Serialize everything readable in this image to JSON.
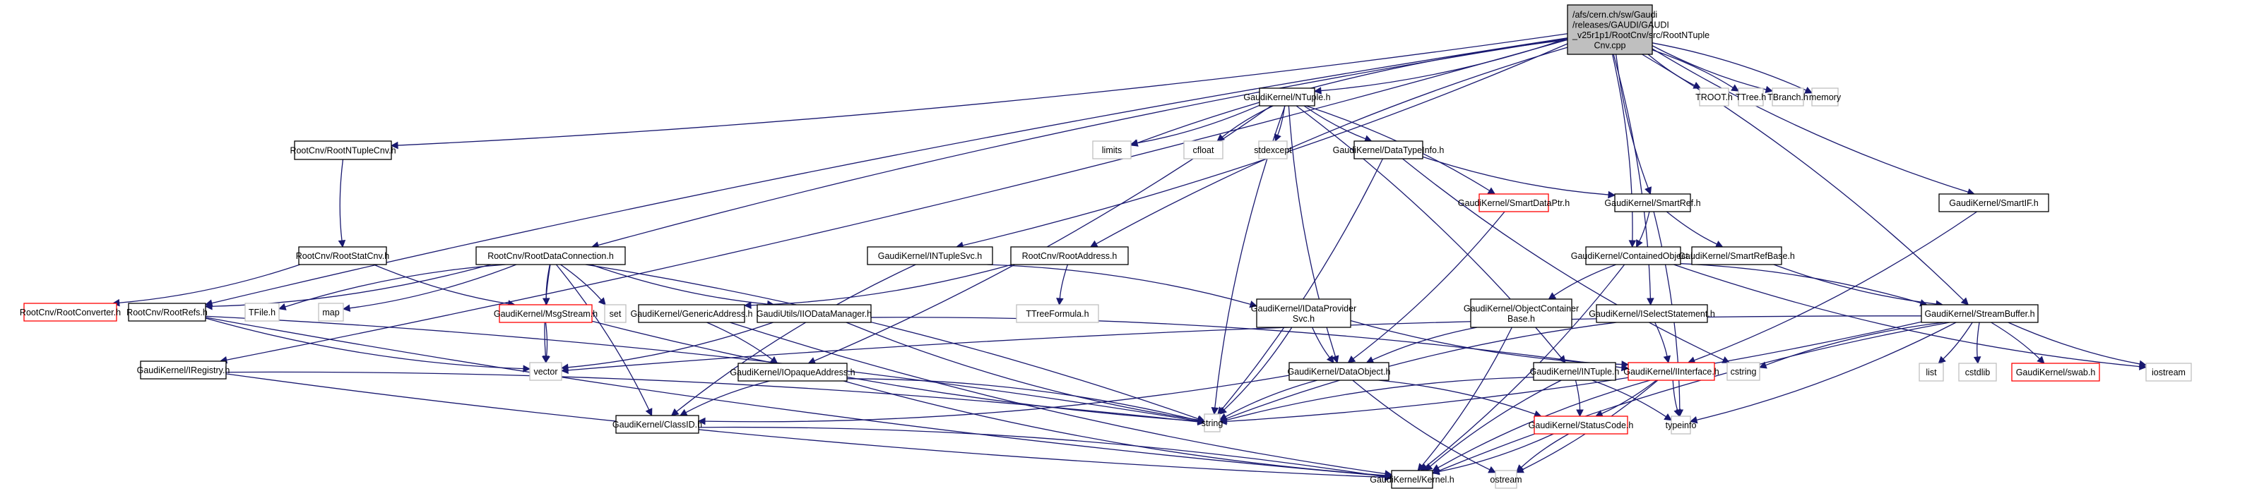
{
  "diagram": {
    "type": "include-dependency-graph",
    "colors": {
      "edge": "#191970",
      "root_fill": "#bfbfbf",
      "documented_border": "#000000",
      "truncated_border": "#ff0000",
      "external_border": "#bfbfbf"
    },
    "nodes": [
      {
        "id": "root",
        "label": [
          "/afs/cern.ch/sw/Gaudi",
          "/releases/GAUDI/GAUDI",
          "_v25r1p1/RootCnv/src/RootNTuple",
          "Cnv.cpp"
        ],
        "kind": "root"
      },
      {
        "id": "RootNTupleCnv",
        "label": [
          "RootCnv/RootNTupleCnv.h"
        ],
        "kind": "documented"
      },
      {
        "id": "RootStatCnv",
        "label": [
          "RootCnv/RootStatCnv.h"
        ],
        "kind": "documented"
      },
      {
        "id": "RootConverter",
        "label": [
          "RootCnv/RootConverter.h"
        ],
        "kind": "truncated"
      },
      {
        "id": "RootRefs",
        "label": [
          "RootCnv/RootRefs.h"
        ],
        "kind": "documented"
      },
      {
        "id": "IRegistry",
        "label": [
          "GaudiKernel/IRegistry.h"
        ],
        "kind": "documented"
      },
      {
        "id": "RootDataConnection",
        "label": [
          "RootCnv/RootDataConnection.h"
        ],
        "kind": "documented"
      },
      {
        "id": "TFile",
        "label": [
          "TFile.h"
        ],
        "kind": "external"
      },
      {
        "id": "map",
        "label": [
          "map"
        ],
        "kind": "external"
      },
      {
        "id": "MsgStream",
        "label": [
          "GaudiKernel/MsgStream.h"
        ],
        "kind": "truncated"
      },
      {
        "id": "set",
        "label": [
          "set"
        ],
        "kind": "external"
      },
      {
        "id": "vector",
        "label": [
          "vector"
        ],
        "kind": "external"
      },
      {
        "id": "ClassID",
        "label": [
          "GaudiKernel/ClassID.h"
        ],
        "kind": "documented"
      },
      {
        "id": "INTupleSvc",
        "label": [
          "GaudiKernel/INTupleSvc.h"
        ],
        "kind": "documented"
      },
      {
        "id": "GenericAddress",
        "label": [
          "GaudiKernel/GenericAddress.h"
        ],
        "kind": "documented"
      },
      {
        "id": "IIODataManager",
        "label": [
          "GaudiUtils/IIODataManager.h"
        ],
        "kind": "documented"
      },
      {
        "id": "IOpaqueAddress",
        "label": [
          "GaudiKernel/IOpaqueAddress.h"
        ],
        "kind": "documented"
      },
      {
        "id": "RootAddress",
        "label": [
          "RootCnv/RootAddress.h"
        ],
        "kind": "documented"
      },
      {
        "id": "TTreeFormula",
        "label": [
          "TTreeFormula.h"
        ],
        "kind": "external"
      },
      {
        "id": "NTuple",
        "label": [
          "GaudiKernel/NTuple.h"
        ],
        "kind": "documented"
      },
      {
        "id": "limits",
        "label": [
          "limits"
        ],
        "kind": "external"
      },
      {
        "id": "cfloat",
        "label": [
          "cfloat"
        ],
        "kind": "external"
      },
      {
        "id": "stdexcept",
        "label": [
          "stdexcept"
        ],
        "kind": "external"
      },
      {
        "id": "DataTypeInfo",
        "label": [
          "GaudiKernel/DataTypeInfo.h"
        ],
        "kind": "documented"
      },
      {
        "id": "SmartDataPtr",
        "label": [
          "GaudiKernel/SmartDataPtr.h"
        ],
        "kind": "truncated"
      },
      {
        "id": "IDataProviderSvc",
        "label": [
          "GaudiKernel/IDataProvider",
          "Svc.h"
        ],
        "kind": "documented"
      },
      {
        "id": "DataObject",
        "label": [
          "GaudiKernel/DataObject.h"
        ],
        "kind": "documented"
      },
      {
        "id": "string",
        "label": [
          "string"
        ],
        "kind": "external"
      },
      {
        "id": "ObjectContainerBase",
        "label": [
          "GaudiKernel/ObjectContainer",
          "Base.h"
        ],
        "kind": "documented"
      },
      {
        "id": "SmartRef",
        "label": [
          "GaudiKernel/SmartRef.h"
        ],
        "kind": "documented"
      },
      {
        "id": "ContainedObject",
        "label": [
          "GaudiKernel/ContainedObject.h"
        ],
        "kind": "documented"
      },
      {
        "id": "SmartRefBase",
        "label": [
          "GaudiKernel/SmartRefBase.h"
        ],
        "kind": "documented"
      },
      {
        "id": "ISelectStatement",
        "label": [
          "GaudiKernel/ISelectStatement.h"
        ],
        "kind": "documented"
      },
      {
        "id": "INTuple",
        "label": [
          "GaudiKernel/INTuple.h"
        ],
        "kind": "documented"
      },
      {
        "id": "IInterface",
        "label": [
          "GaudiKernel/IInterface.h"
        ],
        "kind": "truncated"
      },
      {
        "id": "StatusCode",
        "label": [
          "GaudiKernel/StatusCode.h"
        ],
        "kind": "truncated"
      },
      {
        "id": "Kernel",
        "label": [
          "GaudiKernel/Kernel.h"
        ],
        "kind": "documented"
      },
      {
        "id": "ostream",
        "label": [
          "ostream"
        ],
        "kind": "external"
      },
      {
        "id": "cstring",
        "label": [
          "cstring"
        ],
        "kind": "external"
      },
      {
        "id": "typeinfo",
        "label": [
          "typeinfo"
        ],
        "kind": "external"
      },
      {
        "id": "SmartIF",
        "label": [
          "GaudiKernel/SmartIF.h"
        ],
        "kind": "documented"
      },
      {
        "id": "StreamBuffer",
        "label": [
          "GaudiKernel/StreamBuffer.h"
        ],
        "kind": "documented"
      },
      {
        "id": "list",
        "label": [
          "list"
        ],
        "kind": "external"
      },
      {
        "id": "cstdlib",
        "label": [
          "cstdlib"
        ],
        "kind": "external"
      },
      {
        "id": "swab",
        "label": [
          "GaudiKernel/swab.h"
        ],
        "kind": "truncated"
      },
      {
        "id": "iostream",
        "label": [
          "iostream"
        ],
        "kind": "external"
      },
      {
        "id": "TROOT",
        "label": [
          "TROOT.h"
        ],
        "kind": "external"
      },
      {
        "id": "TTree",
        "label": [
          "TTree.h"
        ],
        "kind": "external"
      },
      {
        "id": "TBranch",
        "label": [
          "TBranch.h"
        ],
        "kind": "external"
      },
      {
        "id": "memory",
        "label": [
          "memory"
        ],
        "kind": "external"
      }
    ],
    "edges": [
      [
        "root",
        "RootNTupleCnv"
      ],
      [
        "root",
        "RootRefs"
      ],
      [
        "root",
        "IRegistry"
      ],
      [
        "root",
        "RootDataConnection"
      ],
      [
        "root",
        "INTupleSvc"
      ],
      [
        "root",
        "RootAddress"
      ],
      [
        "root",
        "NTuple"
      ],
      [
        "root",
        "limits"
      ],
      [
        "root",
        "ISelectStatement"
      ],
      [
        "root",
        "SmartRef"
      ],
      [
        "root",
        "ContainedObject"
      ],
      [
        "root",
        "SmartIF"
      ],
      [
        "root",
        "StreamBuffer"
      ],
      [
        "root",
        "TROOT"
      ],
      [
        "root",
        "TTree"
      ],
      [
        "root",
        "TBranch"
      ],
      [
        "root",
        "memory"
      ],
      [
        "RootNTupleCnv",
        "RootStatCnv"
      ],
      [
        "RootStatCnv",
        "RootConverter"
      ],
      [
        "RootStatCnv",
        "MsgStream"
      ],
      [
        "RootDataConnection",
        "RootRefs"
      ],
      [
        "RootDataConnection",
        "TFile"
      ],
      [
        "RootDataConnection",
        "map"
      ],
      [
        "RootDataConnection",
        "MsgStream"
      ],
      [
        "RootDataConnection",
        "set"
      ],
      [
        "RootDataConnection",
        "vector"
      ],
      [
        "RootDataConnection",
        "ClassID"
      ],
      [
        "RootDataConnection",
        "IIODataManager"
      ],
      [
        "RootDataConnection",
        "string"
      ],
      [
        "RootRefs",
        "vector"
      ],
      [
        "RootRefs",
        "string"
      ],
      [
        "RootRefs",
        "Kernel"
      ],
      [
        "IRegistry",
        "string"
      ],
      [
        "IRegistry",
        "Kernel"
      ],
      [
        "MsgStream",
        "vector"
      ],
      [
        "MsgStream",
        "string"
      ],
      [
        "INTupleSvc",
        "IDataProviderSvc"
      ],
      [
        "INTupleSvc",
        "ClassID"
      ],
      [
        "RootAddress",
        "GenericAddress"
      ],
      [
        "RootAddress",
        "TTreeFormula"
      ],
      [
        "GenericAddress",
        "IOpaqueAddress"
      ],
      [
        "GenericAddress",
        "Kernel"
      ],
      [
        "IIODataManager",
        "vector"
      ],
      [
        "IIODataManager",
        "string"
      ],
      [
        "IIODataManager",
        "IInterface"
      ],
      [
        "IOpaqueAddress",
        "ClassID"
      ],
      [
        "IOpaqueAddress",
        "string"
      ],
      [
        "IOpaqueAddress",
        "Kernel"
      ],
      [
        "NTuple",
        "limits"
      ],
      [
        "NTuple",
        "cfloat"
      ],
      [
        "NTuple",
        "stdexcept"
      ],
      [
        "NTuple",
        "DataTypeInfo"
      ],
      [
        "NTuple",
        "SmartDataPtr"
      ],
      [
        "NTuple",
        "DataObject"
      ],
      [
        "NTuple",
        "INTuple"
      ],
      [
        "NTuple",
        "string"
      ],
      [
        "NTuple",
        "IOpaqueAddress"
      ],
      [
        "DataTypeInfo",
        "SmartRef"
      ],
      [
        "DataTypeInfo",
        "string"
      ],
      [
        "DataTypeInfo",
        "cstring"
      ],
      [
        "SmartDataPtr",
        "DataObject"
      ],
      [
        "IDataProviderSvc",
        "DataObject"
      ],
      [
        "IDataProviderSvc",
        "string"
      ],
      [
        "IDataProviderSvc",
        "IInterface"
      ],
      [
        "DataObject",
        "ClassID"
      ],
      [
        "DataObject",
        "string"
      ],
      [
        "DataObject",
        "StatusCode"
      ],
      [
        "DataObject",
        "ostream"
      ],
      [
        "SmartRef",
        "ContainedObject"
      ],
      [
        "SmartRef",
        "SmartRefBase"
      ],
      [
        "SmartRef",
        "typeinfo"
      ],
      [
        "ContainedObject",
        "ObjectContainerBase"
      ],
      [
        "ContainedObject",
        "StreamBuffer"
      ],
      [
        "ContainedObject",
        "iostream"
      ],
      [
        "ContainedObject",
        "Kernel"
      ],
      [
        "ObjectContainerBase",
        "DataObject"
      ],
      [
        "ObjectContainerBase",
        "Kernel"
      ],
      [
        "SmartRefBase",
        "StreamBuffer"
      ],
      [
        "ISelectStatement",
        "IInterface"
      ],
      [
        "ISelectStatement",
        "string"
      ],
      [
        "INTuple",
        "StatusCode"
      ],
      [
        "INTuple",
        "string"
      ],
      [
        "INTuple",
        "typeinfo"
      ],
      [
        "INTuple",
        "Kernel"
      ],
      [
        "IInterface",
        "StatusCode"
      ],
      [
        "IInterface",
        "typeinfo"
      ],
      [
        "IInterface",
        "ostream"
      ],
      [
        "IInterface",
        "Kernel"
      ],
      [
        "StatusCode",
        "Kernel"
      ],
      [
        "StatusCode",
        "ostream"
      ],
      [
        "SmartIF",
        "IInterface"
      ],
      [
        "StreamBuffer",
        "vector"
      ],
      [
        "StreamBuffer",
        "string"
      ],
      [
        "StreamBuffer",
        "cstring"
      ],
      [
        "StreamBuffer",
        "list"
      ],
      [
        "StreamBuffer",
        "cstdlib"
      ],
      [
        "StreamBuffer",
        "swab"
      ],
      [
        "StreamBuffer",
        "iostream"
      ],
      [
        "StreamBuffer",
        "typeinfo"
      ],
      [
        "StreamBuffer",
        "Kernel"
      ],
      [
        "ClassID",
        "Kernel"
      ]
    ]
  }
}
